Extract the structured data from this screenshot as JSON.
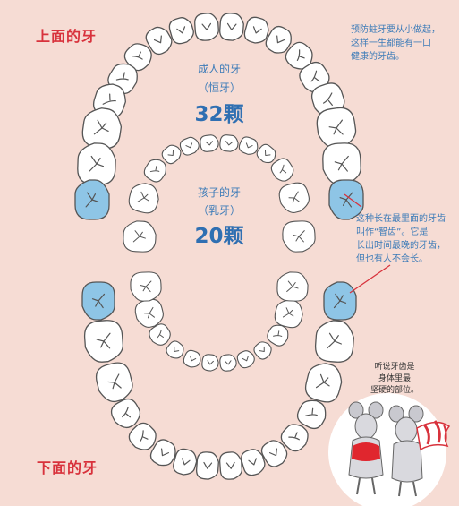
{
  "labels": {
    "upper_jaw": "上面的牙",
    "lower_jaw": "下面的牙",
    "adult_title": "成人的牙",
    "adult_subtitle": "（恒牙）",
    "adult_count": "32颗",
    "child_title": "孩子的牙",
    "child_subtitle": "（乳牙）",
    "child_count": "20颗"
  },
  "notes": {
    "prevention": [
      "预防蛀牙要从小做起，",
      "这样一生都能有一口",
      "健康的牙齿。"
    ],
    "wisdom_tooth": [
      "这种长在最里面的牙齿",
      "叫作“智齿”。它是",
      "长出时间最晚的牙齿，",
      "但也有人不会长。"
    ]
  },
  "quote": [
    "听说牙齿是",
    "身体里最",
    "坚硬的部位。"
  ],
  "colors": {
    "background": "#f6dcd4",
    "tooth_fill": "#ffffff",
    "wisdom_fill": "#8ec5e6",
    "outline": "#555555",
    "label_red": "#d8323c",
    "text_blue": "#3c7bb8"
  },
  "icons": {
    "illustration": "mouse-couple-illustration"
  }
}
